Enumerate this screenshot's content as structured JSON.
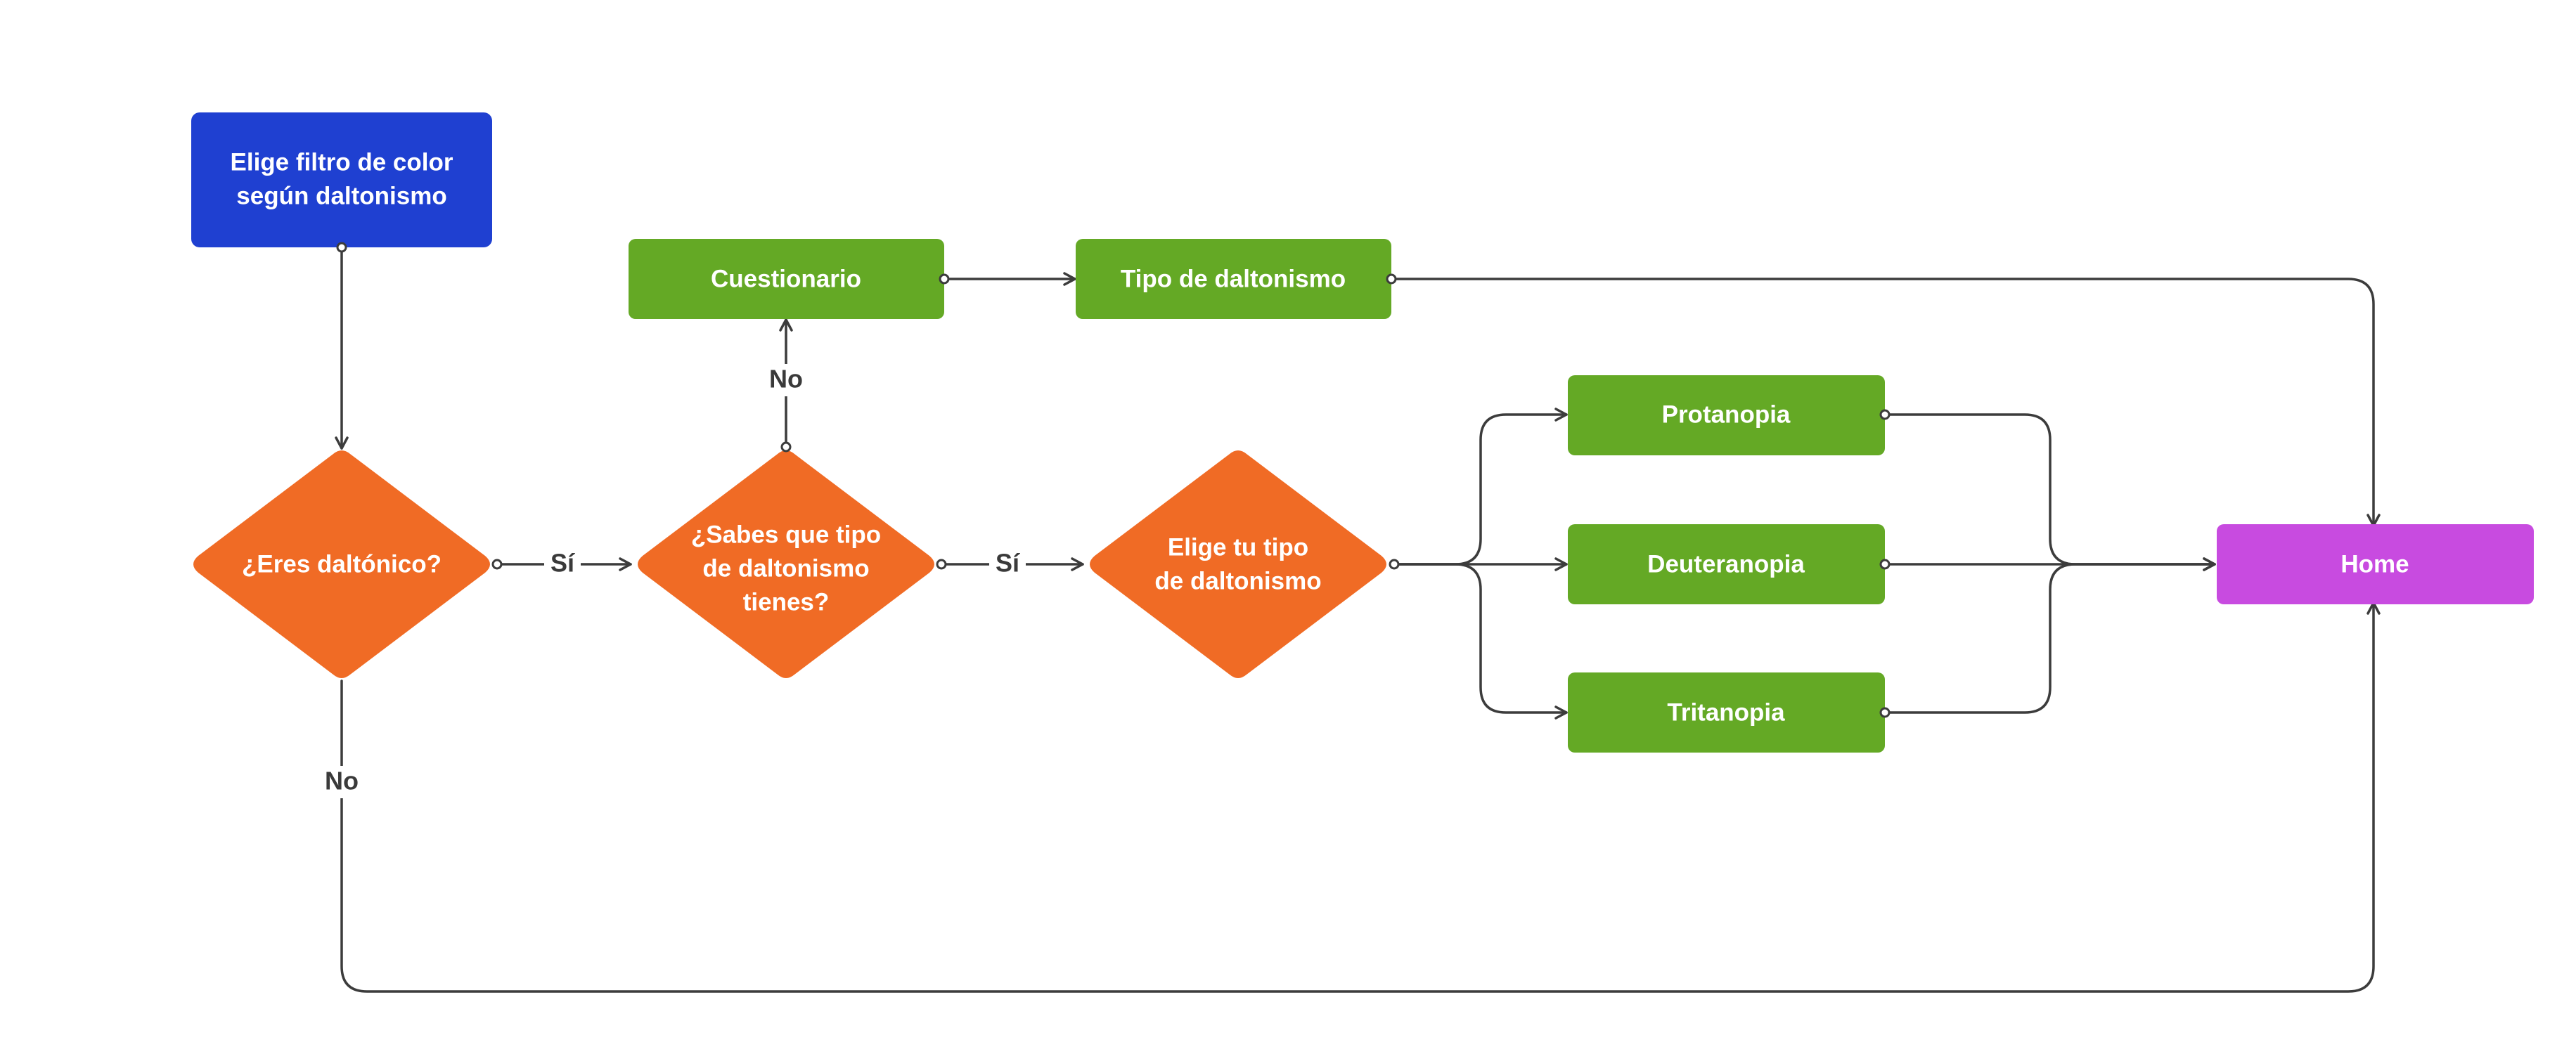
{
  "colors": {
    "start": "#1f40d1",
    "decision": "#f06b25",
    "process": "#64a925",
    "end": "#c84be0",
    "connector": "#3c3c3c",
    "label_text": "#3a3a3a",
    "node_text": "#ffffff",
    "background": "#ffffff"
  },
  "nodes": {
    "start": {
      "line1": "Elige filtro de color",
      "line2": "según daltonismo"
    },
    "decision_daltonico": {
      "line1": "¿Eres daltónico?"
    },
    "decision_sabes_tipo": {
      "line1": "¿Sabes que tipo",
      "line2": "de daltonismo",
      "line3": "tienes?"
    },
    "decision_elige_tipo": {
      "line1": "Elige tu tipo",
      "line2": "de daltonismo"
    },
    "cuestionario": {
      "label": "Cuestionario"
    },
    "tipo_daltonismo": {
      "label": "Tipo de daltonismo"
    },
    "protanopia": {
      "label": "Protanopia"
    },
    "deuteranopia": {
      "label": "Deuteranopia"
    },
    "tritanopia": {
      "label": "Tritanopia"
    },
    "home": {
      "label": "Home"
    }
  },
  "edge_labels": {
    "daltonico_si": "Sí",
    "daltonico_no": "No",
    "sabes_si": "Sí",
    "sabes_no": "No"
  }
}
